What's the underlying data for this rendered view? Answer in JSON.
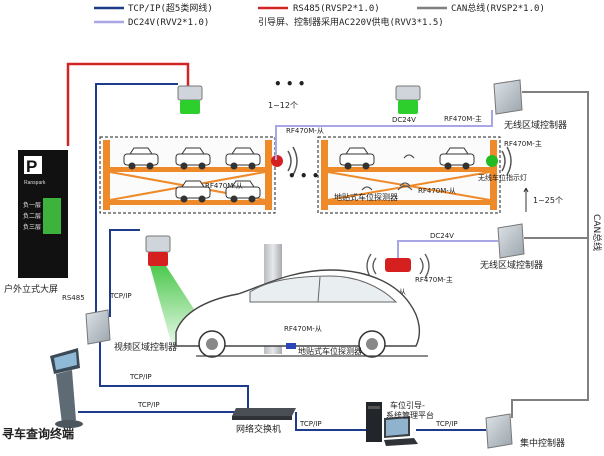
{
  "legend": {
    "tcp": "TCP/IP(超5类网线)",
    "rs485": "RS485(RVSP2*1.0)",
    "can": "CAN总线(RVSP2*1.0)",
    "dc24": "DC24V(RVV2*1.0)",
    "power": "引导屏、控制器采用AC220V供电(RVV3*1.5)"
  },
  "colors": {
    "tcp": "#1f3c8c",
    "rs485": "#d32424",
    "can": "#808080",
    "dc24": "#a9a6e6",
    "garage": "#ef8a2a",
    "green": "#22bb22",
    "device": "#c8d0d6"
  },
  "labels": {
    "dots_top": "• • •",
    "count_12": "1~12个",
    "count_25": "1~25个",
    "dc24v_1": "DC24V",
    "dc24v_2": "DC24V",
    "rf_main_1": "RF470M-主",
    "rf_main_2": "RF470M-主",
    "rf_main_3": "RF470M-主",
    "rf_slave_1": "RF470M-从",
    "rf_slave_2": "RF470M-从",
    "rf_slave_3": "RF470M-从",
    "rf_slave_4": "RF470M-从",
    "wireless_ctrl_1": "无线区域控制器",
    "wireless_ctrl_2": "无线区域控制器",
    "indicator": "无线车位指示灯",
    "ground_detector_1": "地贴式车位探测器",
    "ground_detector_2": "地贴式车位探测器",
    "can_bus": "CAN总线",
    "outdoor_screen": "户外立式大屏",
    "rs485_short": "RS485",
    "tcpip_1": "TCP/IP",
    "tcpip_2": "TCP/IP",
    "tcpip_3": "TCP/IP",
    "tcpip_4": "TCP/IP",
    "video_ctrl": "视频区域控制器",
    "query_terminal": "寻车查询终端",
    "switch": "网络交换机",
    "platform_1": "车位引导-",
    "platform_2": "系统管理平台",
    "central_ctrl": "集中控制器",
    "dots_mid": "• • •"
  },
  "screen": {
    "logo": "P",
    "brand": "Ranspark",
    "row1": "负一层",
    "row2": "负二层",
    "row3": "负三层"
  }
}
